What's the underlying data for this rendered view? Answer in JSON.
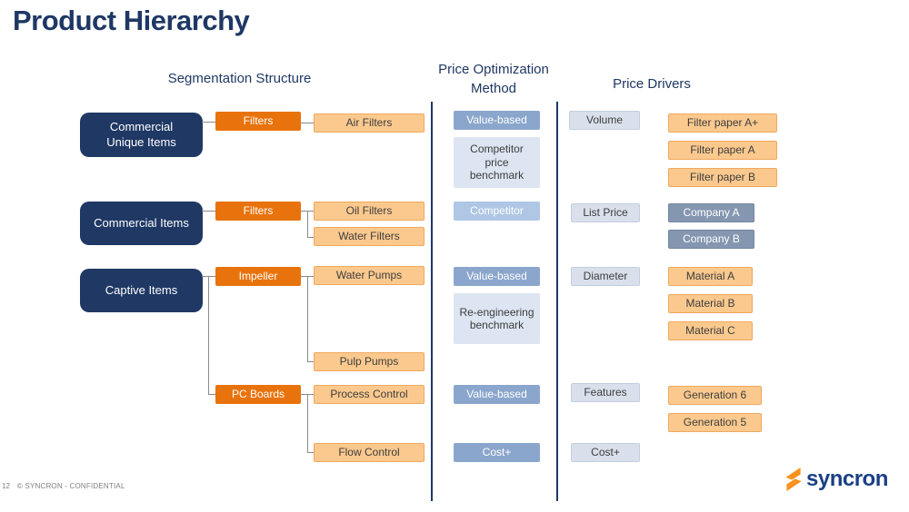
{
  "title": "Product Hierarchy",
  "headers": {
    "segmentation": "Segmentation Structure",
    "price_optimization": "Price Optimization Method",
    "price_drivers": "Price Drivers"
  },
  "segmentation": {
    "categories": [
      "Commercial Unique Items",
      "Commercial Items",
      "Captive Items"
    ],
    "groups": [
      "Filters",
      "Filters",
      "Impeller",
      "PC Boards"
    ],
    "items": [
      "Air Filters",
      "Oil Filters",
      "Water Filters",
      "Water Pumps",
      "Pulp Pumps",
      "Process Control",
      "Flow Control"
    ]
  },
  "price_optimization": {
    "methods": [
      "Value-based",
      "Competitor price benchmark",
      "Competitor",
      "Value-based",
      "Re-engineering benchmark",
      "Value-based",
      "Cost+"
    ]
  },
  "price_drivers": {
    "drivers": [
      "Volume",
      "List Price",
      "Diameter",
      "Features",
      "Cost+"
    ],
    "filter_values": [
      "Filter paper A+",
      "Filter paper A",
      "Filter paper B"
    ],
    "company_values": [
      "Company A",
      "Company B"
    ],
    "material_values": [
      "Material A",
      "Material B",
      "Material C"
    ],
    "generation_values": [
      "Generation 6",
      "Generation 5"
    ]
  },
  "footer": {
    "page_number": "12",
    "confidential": "© SYNCRON - CONFIDENTIAL"
  },
  "logo": {
    "text": "syncron"
  },
  "colors": {
    "navy": "#1F3864",
    "orange": "#E8730C",
    "light_orange": "#FBC98E",
    "steel_blue": "#8BA6CC",
    "medium_blue": "#AFC7E4",
    "light_blue_panel": "#DCE5F1",
    "driver_fill": "#D9E0EB",
    "slate_gray": "#8496B0",
    "logo_orange": "#F6921E"
  }
}
